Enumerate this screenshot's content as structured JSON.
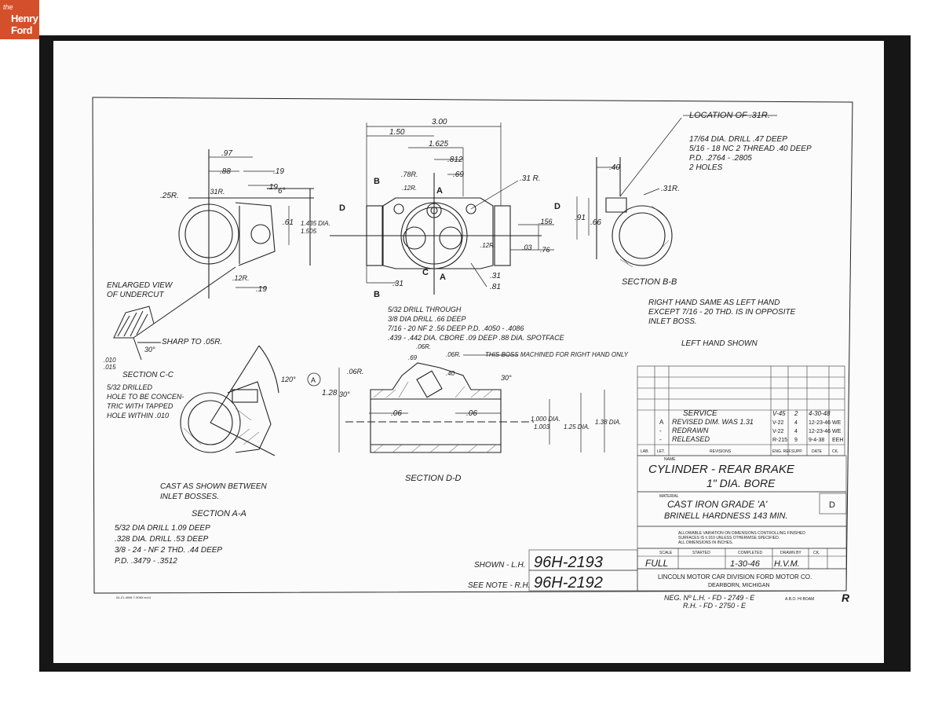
{
  "logo": {
    "the": "the",
    "henry": "Henry",
    "ford": "Ford"
  },
  "title_block": {
    "name_label": "NAME",
    "name_line1": "CYLINDER - REAR BRAKE",
    "name_line2": "1\" DIA. BORE",
    "material_label": "MATERIAL",
    "material_line1": "CAST IRON GRADE 'A'",
    "material_line2": "BRINELL HARDNESS 143 MIN.",
    "size_code": "D",
    "tolerance_note1": "ALLOWABLE VARIATION ON DIMENSIONS CONTROLLING FINISHED",
    "tolerance_note2": "SURFACES IS ±.010 UNLESS OTHERWISE SPECIFIED.",
    "tolerance_note3": "ALL DIMENSIONS IN INCHES.",
    "scale_header": "SCALE",
    "started_header": "STARTED",
    "completed_header": "COMPLETED",
    "drawn_header": "DRAWN BY",
    "ck_header": "CK.",
    "scale": "FULL",
    "completed": "1-30-46",
    "drawn_by": "H.V.M.",
    "company": "LINCOLN MOTOR CAR DIVISION  FORD MOTOR CO.",
    "city": "DEARBORN, MICHIGAN"
  },
  "revisions": {
    "service": "SERVICE",
    "service_letter": "V-45",
    "service_no": "2",
    "service_date": "4-30-48",
    "rows": [
      {
        "ltr": "A",
        "text": "REVISED DIM. WAS 1.31",
        "ref": "V-22",
        "no": "4",
        "date": "12-23-46",
        "ck": "WE"
      },
      {
        "ltr": "-",
        "text": "REDRAWN",
        "ref": "V-22",
        "no": "4",
        "date": "12-23-46",
        "ck": "WE"
      },
      {
        "ltr": "-",
        "text": "RELEASED",
        "ref": "R-215",
        "no": "9",
        "date": "9-4-38",
        "ck": "EEH"
      }
    ],
    "headers": [
      "LAB.",
      "LET.",
      "REVISIONS",
      "ENG. REF.",
      "SUPP.",
      "DATE",
      "CK."
    ]
  },
  "part_numbers": {
    "shown_label": "SHOWN - L.H.",
    "shown_number": "96H-2193",
    "see_label": "SEE NOTE - R.H.",
    "see_number": "96H-2192"
  },
  "footer": {
    "neg1": "NEG. Nº L.H. - FD - 2749 - E",
    "neg2": "R.H. - FD - 2750 - E",
    "approval": "A.B.O. HI BOAM",
    "mark": "R",
    "tiny": "04-21-4008  7-9083 rev'd"
  },
  "views": {
    "section_aa": "SECTION  A-A",
    "section_bb": "SECTION  B-B",
    "section_cc": "SECTION  C-C",
    "section_dd": "SECTION  D-D",
    "enlarged1": "ENLARGED VIEW",
    "enlarged2": "OF UNDERCUT",
    "sharp": "SHARP TO .05R.",
    "drilled1": "5/32 DRILLED",
    "drilled2": "HOLE TO BE CONCEN-",
    "drilled3": "TRIC WITH TAPPED",
    "drilled4": "HOLE WITHIN .010",
    "cast1": "CAST AS SHOWN BETWEEN",
    "cast2": "INLET BOSSES.",
    "right_hand1": "RIGHT HAND SAME AS LEFT HAND",
    "right_hand2": "EXCEPT 7/16 - 20 THD. IS IN OPPOSITE",
    "right_hand3": "INLET BOSS.",
    "left_shown": "LEFT HAND SHOWN",
    "location": "LOCATION OF .31R.",
    "loc_note1": "17/64 DIA. DRILL  .47 DEEP",
    "loc_note2": "5/16 - 18 NC 2 THREAD  .40 DEEP",
    "loc_note3": "P.D. .2764 - .2805",
    "loc_note4": "2 HOLES",
    "center_note1": "5/32 DRILL THROUGH",
    "center_note2": "3/8 DIA DRILL .66 DEEP",
    "center_note3": "7/16 - 20 NF 2  .56 DEEP  P.D. .4050 - .4086",
    "center_note4": ".439 - .442 DIA. CBORE .09 DEEP  .88 DIA. SPOTFACE",
    "boss_note": "THIS BOSS MACHINED FOR RIGHT HAND ONLY",
    "aa_note1": "5/32 DIA DRILL  1.09 DEEP",
    "aa_note2": ".328 DIA. DRILL  .53 DEEP",
    "aa_note3": "3/8 - 24 - NF 2 THD.  .44 DEEP",
    "aa_note4": "P.D. .3479 - .3512"
  },
  "dims": {
    "d300": "3.00",
    "d150": "1.50",
    "d1625": "1.625",
    "d812": ".812",
    "d69": ".69",
    "d97": ".97",
    "d88": ".88",
    "d19": ".19",
    "d19b": ".19",
    "d6deg": "6°",
    "d25r": ".25R.",
    "d31r_a": ".31R.",
    "d61": ".61",
    "d1435": "1.435 DIA.",
    "d1505": "1.505",
    "d12r": ".12R.",
    "d19c": ".19",
    "d78r": ".78R.",
    "d12r_b": ".12R.",
    "d31r_c": ".31 R.",
    "d40": ".40",
    "d31r_d": ".31R.",
    "d91": ".91",
    "d66": ".66",
    "d156": ".156",
    "d03": ".03",
    "d76": ".76",
    "d12r_c": ".12R.",
    "d31": ".31",
    "d81": ".81",
    "d31_b": ".31",
    "d010": ".010",
    "d015": ".015",
    "d30": "30°",
    "d120": "120°",
    "d06r": ".06R.",
    "d128": "1.28",
    "d30b": "30°",
    "d06": ".06",
    "d06b": ".06",
    "d1000": "1.000 DIA.",
    "d1003": "1.003",
    "d125": "1.25 DIA.",
    "d138": "1.38 DIA.",
    "d06r_b": ".06R.",
    "d40b": ".40",
    "d69b": ".69",
    "d30c": "30°",
    "d06r_c": ".06R.",
    "lblA": "A",
    "lblB": "B",
    "lblC": "C",
    "lblD": "D"
  }
}
